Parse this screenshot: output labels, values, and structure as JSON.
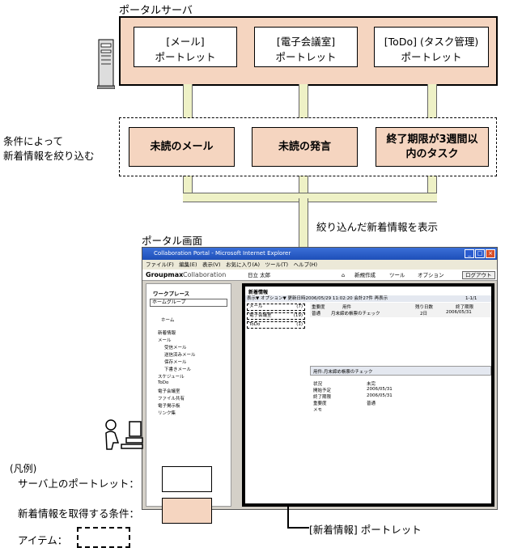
{
  "server": {
    "title": "ポータルサーバ",
    "portlets": [
      {
        "line1": "[メール]",
        "line2": "ポートレット"
      },
      {
        "line1": "[電子会議室]",
        "line2": "ポートレット"
      },
      {
        "line1": "[ToDo] (タスク管理)",
        "line2": "ポートレット"
      }
    ]
  },
  "conditions": {
    "side_label_line1": "条件によって",
    "side_label_line2": "新着情報を絞り込む",
    "items": [
      {
        "line1": "未読のメール",
        "line2": ""
      },
      {
        "line1": "未読の発言",
        "line2": ""
      },
      {
        "line1": "終了期限が3週間以",
        "line2": "内のタスク"
      }
    ]
  },
  "flow_label": "絞り込んだ新着情報を表示",
  "portal_screen": {
    "title": "ポータル画面",
    "window_title": "Collaboration Portal - Microsoft Internet Explorer",
    "menu": "ファイル(F)　編集(E)　表示(V)　お気に入り(A)　ツール(T)　ヘルプ(H)",
    "brand_bold": "Groupmax",
    "brand_light": "Collaboration",
    "user": "日立 太郎",
    "toolbar_new": "新規作成",
    "toolbar_tool": "ツール",
    "toolbar_option": "オプション",
    "logout": "ログアウト",
    "left": {
      "workplace": "ワークプレース",
      "group_select": "ホームグループ",
      "items": [
        "ホーム",
        "新着情報",
        "メール",
        "受信メール",
        "送信済みメール",
        "保存メール",
        "下書きメール",
        "スケジュール",
        "ToDo",
        "電子会議室",
        "ファイル共有",
        "電子掲示板",
        "リンク集"
      ]
    },
    "right": {
      "header": "新着情報",
      "toolbar": "表示▼ オプション▼ 更新日時2006/05/29 11:02:20 会計27件 再表示",
      "paging": "1-1/1",
      "items": [
        {
          "name": "メール",
          "count": "(7)"
        },
        {
          "name": "電子会議室",
          "count": "(19)"
        },
        {
          "name": "ToDo",
          "count": "(1)"
        }
      ],
      "col_headers": [
        "重要度",
        "用件",
        "残り日数",
        "終了期限"
      ],
      "row": [
        "普通",
        "月末締め帳票のチェック",
        "2日",
        "2006/05/31"
      ],
      "detail_title": "用件:月末締め帳票のチェック",
      "detail_fields": [
        {
          "k": "状況",
          "v": "未完"
        },
        {
          "k": "開始予定",
          "v": "2006/05/31"
        },
        {
          "k": "終了期限",
          "v": "2006/05/31"
        },
        {
          "k": "重要度",
          "v": "普通"
        },
        {
          "k": "メモ",
          "v": ""
        }
      ]
    }
  },
  "callout": "[新着情報] ポートレット",
  "legend": {
    "title": "(凡例)",
    "portlet": "サーバ上のポートレット：",
    "condition": "新着情報を取得する条件：",
    "item": "アイテム："
  }
}
